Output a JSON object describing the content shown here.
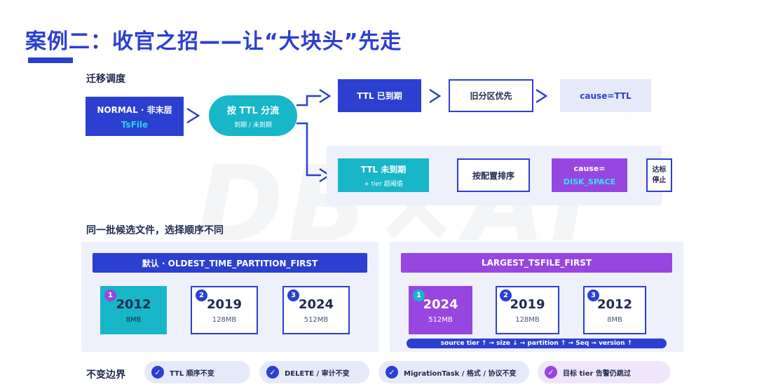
{
  "title": "案例二：收官之招——让“大块头”先走",
  "watermark": "DB×AI",
  "migration": {
    "label": "迁移调度",
    "normal": {
      "line1": "NORMAL · 非末层",
      "line2": "TsFile"
    },
    "split": {
      "main": "按 TTL 分流",
      "sub": "到期 / 未到期"
    },
    "expired": "TTL 已到期",
    "old_first": "旧分区优先",
    "cause_ttl": "cause=TTL",
    "not_expired": {
      "main": "TTL 未到期",
      "sub": "+ tier 超阈值"
    },
    "by_config": "按配置排序",
    "cause_disk": {
      "line1": "cause=",
      "line2": "DISK_SPACE"
    },
    "stop": {
      "line1": "达标",
      "line2": "停止"
    }
  },
  "comparison": {
    "label": "同一批候选文件，选择顺序不同",
    "left": {
      "header": "默认 · OLDEST_TIME_PARTITION_FIRST",
      "cards": [
        {
          "rank": "1",
          "year": "2012",
          "size": "8MB"
        },
        {
          "rank": "2",
          "year": "2019",
          "size": "128MB"
        },
        {
          "rank": "3",
          "year": "2024",
          "size": "512MB"
        }
      ]
    },
    "right": {
      "header": "LARGEST_TSFILE_FIRST",
      "cards": [
        {
          "rank": "1",
          "year": "2024",
          "size": "512MB"
        },
        {
          "rank": "2",
          "year": "2019",
          "size": "128MB"
        },
        {
          "rank": "3",
          "year": "2012",
          "size": "8MB"
        }
      ],
      "sequence": "source tier ↑ → size ↓ → partition ↑ → Seq → version ↑"
    }
  },
  "invariants": {
    "label": "不变边界",
    "items": [
      "TTL 顺序不变",
      "DELETE / 审计不变",
      "MigrationTask / 格式 / 协议不变",
      "目标 tier 告警仍跳过"
    ]
  },
  "colors": {
    "primary": "#2b3fd0",
    "teal": "#17b6c8",
    "purple": "#9747e0",
    "pale": "#e6e9fa"
  }
}
